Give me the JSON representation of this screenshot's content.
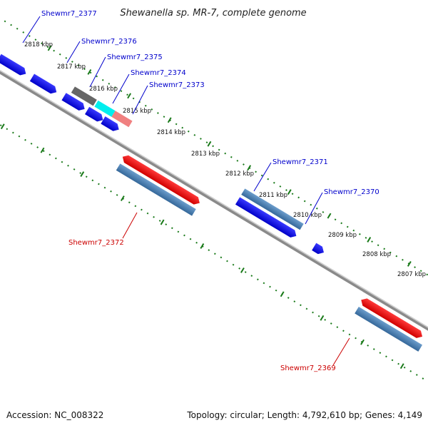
{
  "title": "Shewanella sp. MR-7, complete genome",
  "footer": {
    "accession": "Accession: NC_008322",
    "summary": "Topology: circular; Length: 4,792,610 bp; Genes: 4,149"
  },
  "ticks": [
    "2818 kbp",
    "2817 kbp",
    "2816 kbp",
    "2815 kbp",
    "2814 kbp",
    "2813 kbp",
    "2812 kbp",
    "2811 kbp",
    "2810 kbp",
    "2809 kbp",
    "2808 kbp",
    "2807 kbp"
  ],
  "genes": [
    {
      "name": "Shewmr7_2377",
      "color": "#0000cc"
    },
    {
      "name": "Shewmr7_2376",
      "color": "#0000cc"
    },
    {
      "name": "Shewmr7_2375",
      "color": "#0000cc"
    },
    {
      "name": "Shewmr7_2374",
      "color": "#0000cc"
    },
    {
      "name": "Shewmr7_2373",
      "color": "#0000cc"
    },
    {
      "name": "Shewmr7_2371",
      "color": "#0000cc"
    },
    {
      "name": "Shewmr7_2370",
      "color": "#0000cc"
    },
    {
      "name": "Shewmr7_2372",
      "color": "#cc0000"
    },
    {
      "name": "Shewmr7_2369",
      "color": "#cc0000"
    }
  ],
  "colors": {
    "backbone": "#888888",
    "tick": "#1a7a1a",
    "blue_feature": "#0000ee",
    "red_feature": "#ee0000",
    "steel_feature": "#4682b4",
    "gray_feature": "#666666",
    "cyan_feature": "#00eeee",
    "pink_feature": "#f08080"
  }
}
